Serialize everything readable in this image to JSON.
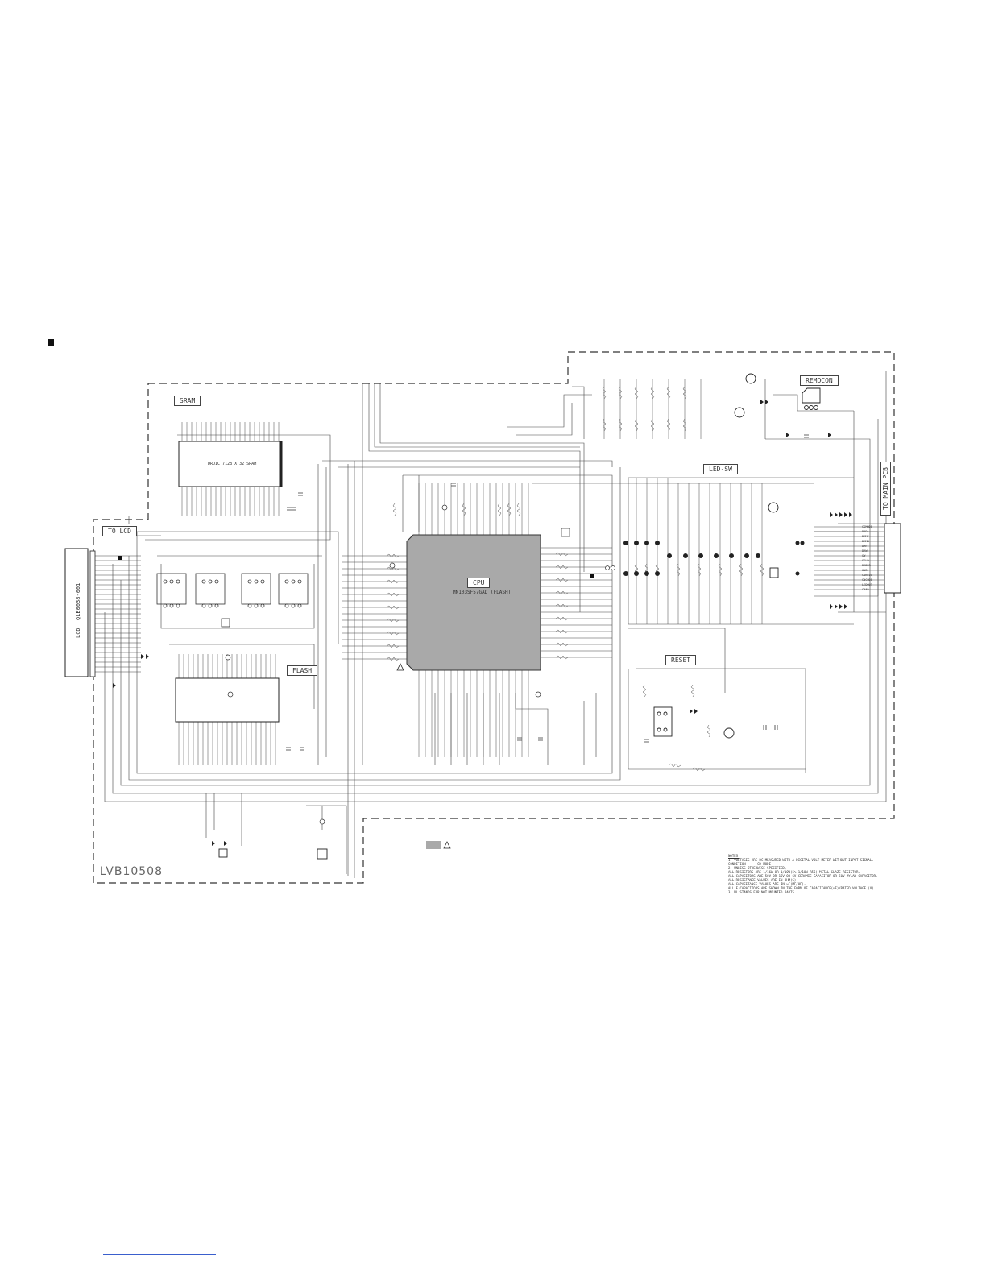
{
  "drawing_number": "LVB10508",
  "blocks": {
    "sram": "SRAM",
    "sram_ic": "DRO1C 7128 X 32 SRAM",
    "flash": "FLASH",
    "cpu": "CPU",
    "cpu_ic": "MN103SF57GAD (FLASH)",
    "remocon": "REMOCON",
    "led_sw": "LED-SW",
    "reset": "RESET",
    "to_lcd": "TO LCD",
    "to_main_pcb": "TO MAIN PCB",
    "lcd": "LCD",
    "lcd_part": "QLE0038-001"
  },
  "main_connector_pins": [
    "CSMODE",
    "DAD",
    "DMMF",
    "DMMN",
    "DMF",
    "DRW",
    "SW",
    "SELD",
    "DADDR",
    "ONB",
    "CONTDA",
    "CNCODE",
    "LEDOUT",
    "CMAR"
  ],
  "notes": {
    "heading": "NOTES:",
    "lines": [
      "1.  VOLTAGES ARE DC MEASURED WITH A DIGITAL VOLT METER WITHOUT INPUT SIGNAL.",
      "    CONDITION ---- CD MODE",
      "2.  UNLESS OTHERWISE SPECIFIED,",
      "    ALL RESISTORS ARE 1/16W OR 1/10W(5% 1/10W R56) METAL GLAZE RESISTOR.",
      "    ALL CAPACITORS ARE 50V OR 16V OR 6V CERAMIC CAPACITOR OR 50V MYLAR CAPACITOR.",
      "    ALL RESISTANCE VALUES ARE IN OHM(S).",
      "    ALL CAPACITANCE VALUES ARE IN uF(MF/UF).",
      "    ALL E CAPACITORS ARE SHOWN IN THE FORM OF CAPACITANCE(uF)/RATED VOLTAGE (V).",
      "3.  NL STANDS FOR NOT MOUNTED PARTS."
    ]
  },
  "legend_symbol": "warning-triangle"
}
